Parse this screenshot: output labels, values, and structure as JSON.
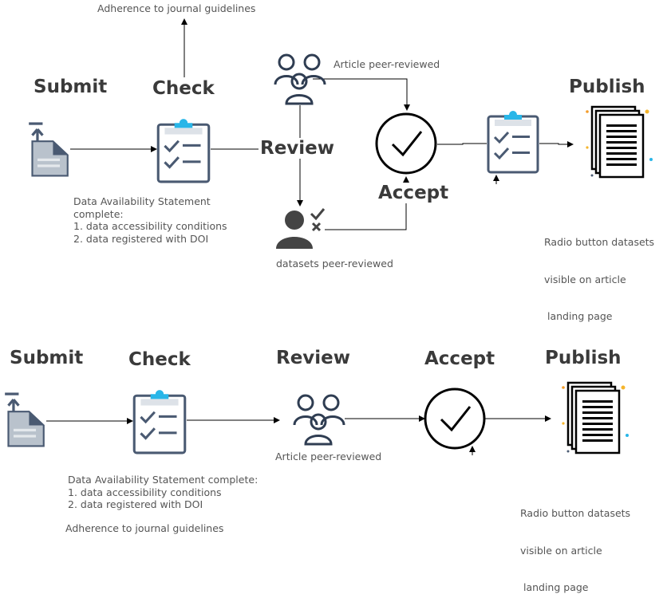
{
  "top_flow": {
    "stages": {
      "submit": "Submit",
      "check": "Check",
      "review": "Review",
      "accept": "Accept",
      "publish": "Publish"
    },
    "notes": {
      "guidelines": "Adherence to journal guidelines",
      "article_review": "Article peer-reviewed",
      "datasets_review": "datasets peer-reviewed",
      "das": [
        "Data Availability Statement",
        "complete:",
        "1. data accessibility conditions",
        "2. data registered with DOI"
      ],
      "radio": [
        "Radio button datasets",
        "visible on article",
        " landing page"
      ]
    }
  },
  "bottom_flow": {
    "stages": {
      "submit": "Submit",
      "check": "Check",
      "review": "Review",
      "accept": "Accept",
      "publish": "Publish"
    },
    "notes": {
      "guidelines": "Adherence to journal guidelines",
      "article_review": "Article peer-reviewed",
      "das": [
        "Data Availability Statement complete:",
        "1. data accessibility conditions",
        "2. data registered with DOI"
      ],
      "radio": [
        "Radio button datasets",
        "visible on article",
        " landing page"
      ]
    }
  },
  "colors": {
    "stage_text": "#3a3a3a",
    "note_text": "#555555",
    "icon_slate": "#4a5a72",
    "clip_blue": "#29b6e8",
    "doc_gray": "#b9c2cc",
    "person_dark": "#444444"
  },
  "icons": [
    "upload-document-icon",
    "clipboard-checklist-icon",
    "reviewers-group-icon",
    "person-checkmark-icon",
    "accept-check-circle-icon",
    "published-documents-icon"
  ]
}
